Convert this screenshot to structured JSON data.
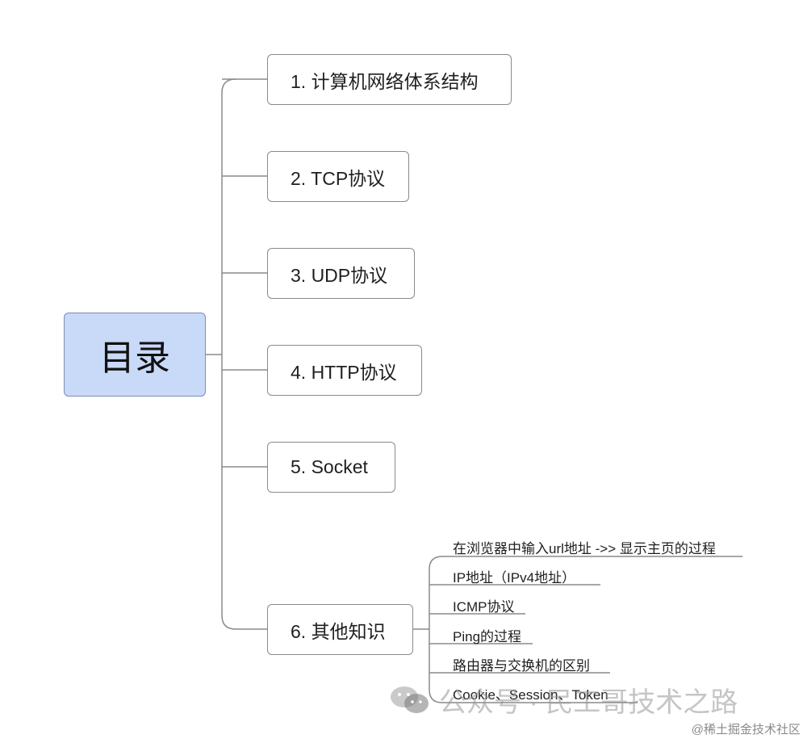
{
  "root": {
    "label": "目录"
  },
  "branches": [
    {
      "label": "1. 计算机网络体系结构"
    },
    {
      "label": "2. TCP协议"
    },
    {
      "label": "3. UDP协议"
    },
    {
      "label": "4. HTTP协议"
    },
    {
      "label": "5. Socket"
    },
    {
      "label": "6. 其他知识"
    }
  ],
  "sub_items": [
    {
      "label": "在浏览器中输入url地址 ->> 显示主页的过程"
    },
    {
      "label": "IP地址（IPv4地址）"
    },
    {
      "label": "ICMP协议"
    },
    {
      "label": "Ping的过程"
    },
    {
      "label": "路由器与交换机的区别"
    },
    {
      "label": "Cookie、Session、Token"
    }
  ],
  "watermark": {
    "text": "公众号 · 民工哥技术之路",
    "icon": "wechat-icon"
  },
  "footer": {
    "text": "@稀土掘金技术社区"
  },
  "colors": {
    "root_fill": "#c9d9f8",
    "line": "#8a8a8a"
  }
}
